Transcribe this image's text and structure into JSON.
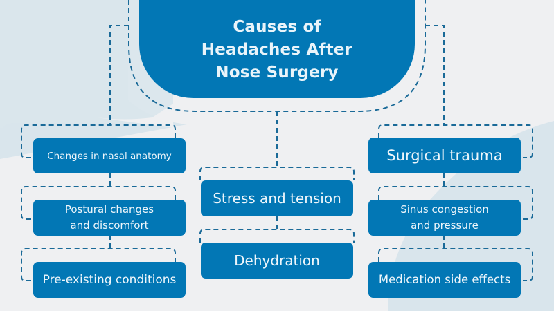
{
  "title": {
    "lines": [
      "Causes of",
      "Headaches After",
      "Nose Surgery"
    ]
  },
  "colors": {
    "background": "#eff0f2",
    "background_shape": "#d9e5ec",
    "node_fill": "#0277b5",
    "node_text": "#eef6fb",
    "connector": "#1a6a98"
  },
  "branches": {
    "left": [
      {
        "label": "Changes in nasal anatomy"
      },
      {
        "label_lines": [
          "Postural changes",
          "and discomfort"
        ]
      },
      {
        "label": "Pre-existing conditions"
      }
    ],
    "center": [
      {
        "label": "Stress and tension"
      },
      {
        "label": "Dehydration"
      }
    ],
    "right": [
      {
        "label": "Surgical trauma"
      },
      {
        "label_lines": [
          "Sinus congestion",
          "and pressure"
        ]
      },
      {
        "label": "Medication side effects"
      }
    ]
  }
}
